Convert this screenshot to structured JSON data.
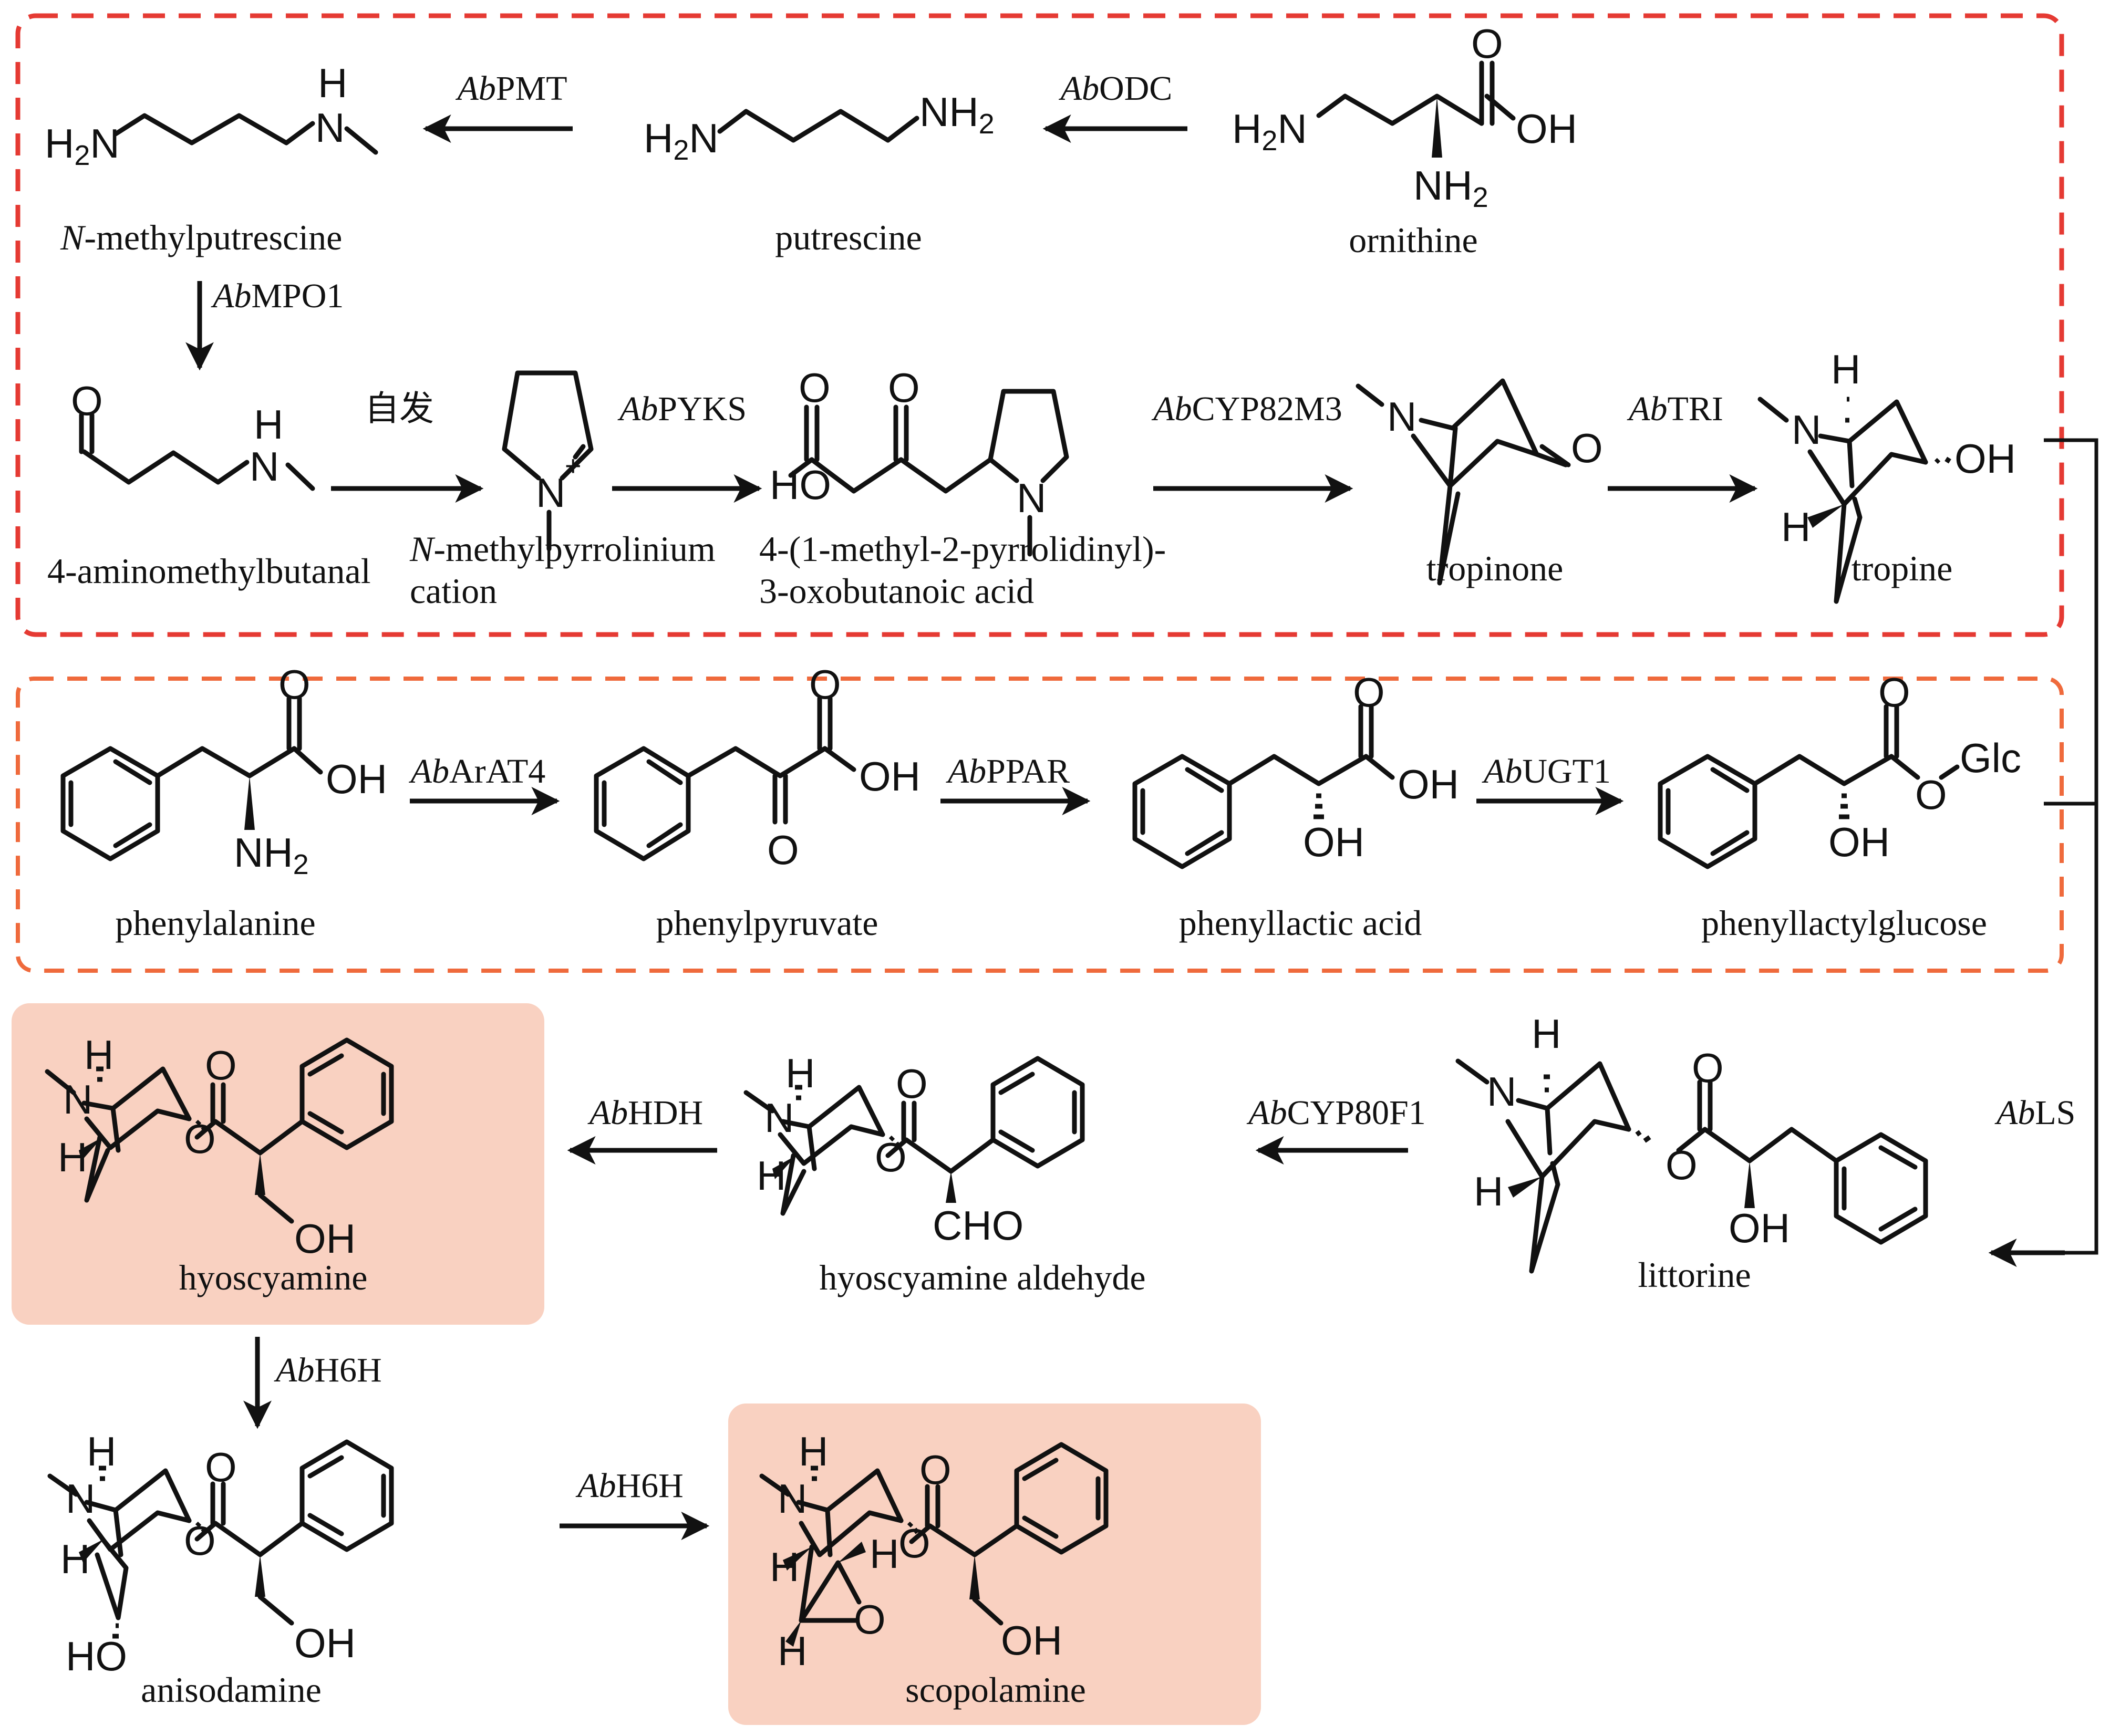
{
  "colors": {
    "tropine_module_border": "#e53a33",
    "phenyllactate_module_border": "#ef6a3c",
    "final_product_highlight": "#f9d1c1",
    "ink": "#111111"
  },
  "enzyme_prefix": "Ab",
  "enzymes": {
    "odc": "ODC",
    "pmt": "PMT",
    "mpo1": "MPO1",
    "spontaneous": "自发",
    "pyks": "PYKS",
    "cyp82m3": "CYP82M3",
    "tri": "TRI",
    "arat4": "ArAT4",
    "ppar": "PPAR",
    "ugt1": "UGT1",
    "ls": "LS",
    "cyp80f1": "CYP80F1",
    "hdh": "HDH",
    "h6h_1": "H6H",
    "h6h_2": "H6H"
  },
  "compounds": {
    "ornithine": "ornithine",
    "putrescine": "putrescine",
    "n_methylputrescine_italic": "N",
    "n_methylputrescine": "-methylputrescine",
    "aminomethylbutanal": "4-aminomethylbutanal",
    "pyrrolinium_italic": "N",
    "pyrrolinium_line1": "-methylpyrrolinium",
    "pyrrolinium_line2": "cation",
    "oxobutanoic_line1": "4-(1-methyl-2-pyrrolidinyl)-",
    "oxobutanoic_line2": "3-oxobutanoic acid",
    "tropinone": "tropinone",
    "tropine": "tropine",
    "phenylalanine": "phenylalanine",
    "phenylpyruvate": "phenylpyruvate",
    "phenyllactic_acid": "phenyllactic acid",
    "phenyllactylglucose": "phenyllactylglucose",
    "littorine": "littorine",
    "hyoscyamine_aldehyde": "hyoscyamine aldehyde",
    "hyoscyamine": "hyoscyamine",
    "anisodamine": "anisodamine",
    "scopolamine": "scopolamine"
  },
  "atoms": {
    "H2N": "H",
    "N": "N",
    "NH": "NH",
    "H": "H",
    "O": "O",
    "OH": "OH",
    "HO": "HO",
    "CHO": "CHO",
    "Glc": "Glc",
    "sub2": "2",
    "plus": "+"
  },
  "final_products": [
    "hyoscyamine",
    "scopolamine"
  ]
}
